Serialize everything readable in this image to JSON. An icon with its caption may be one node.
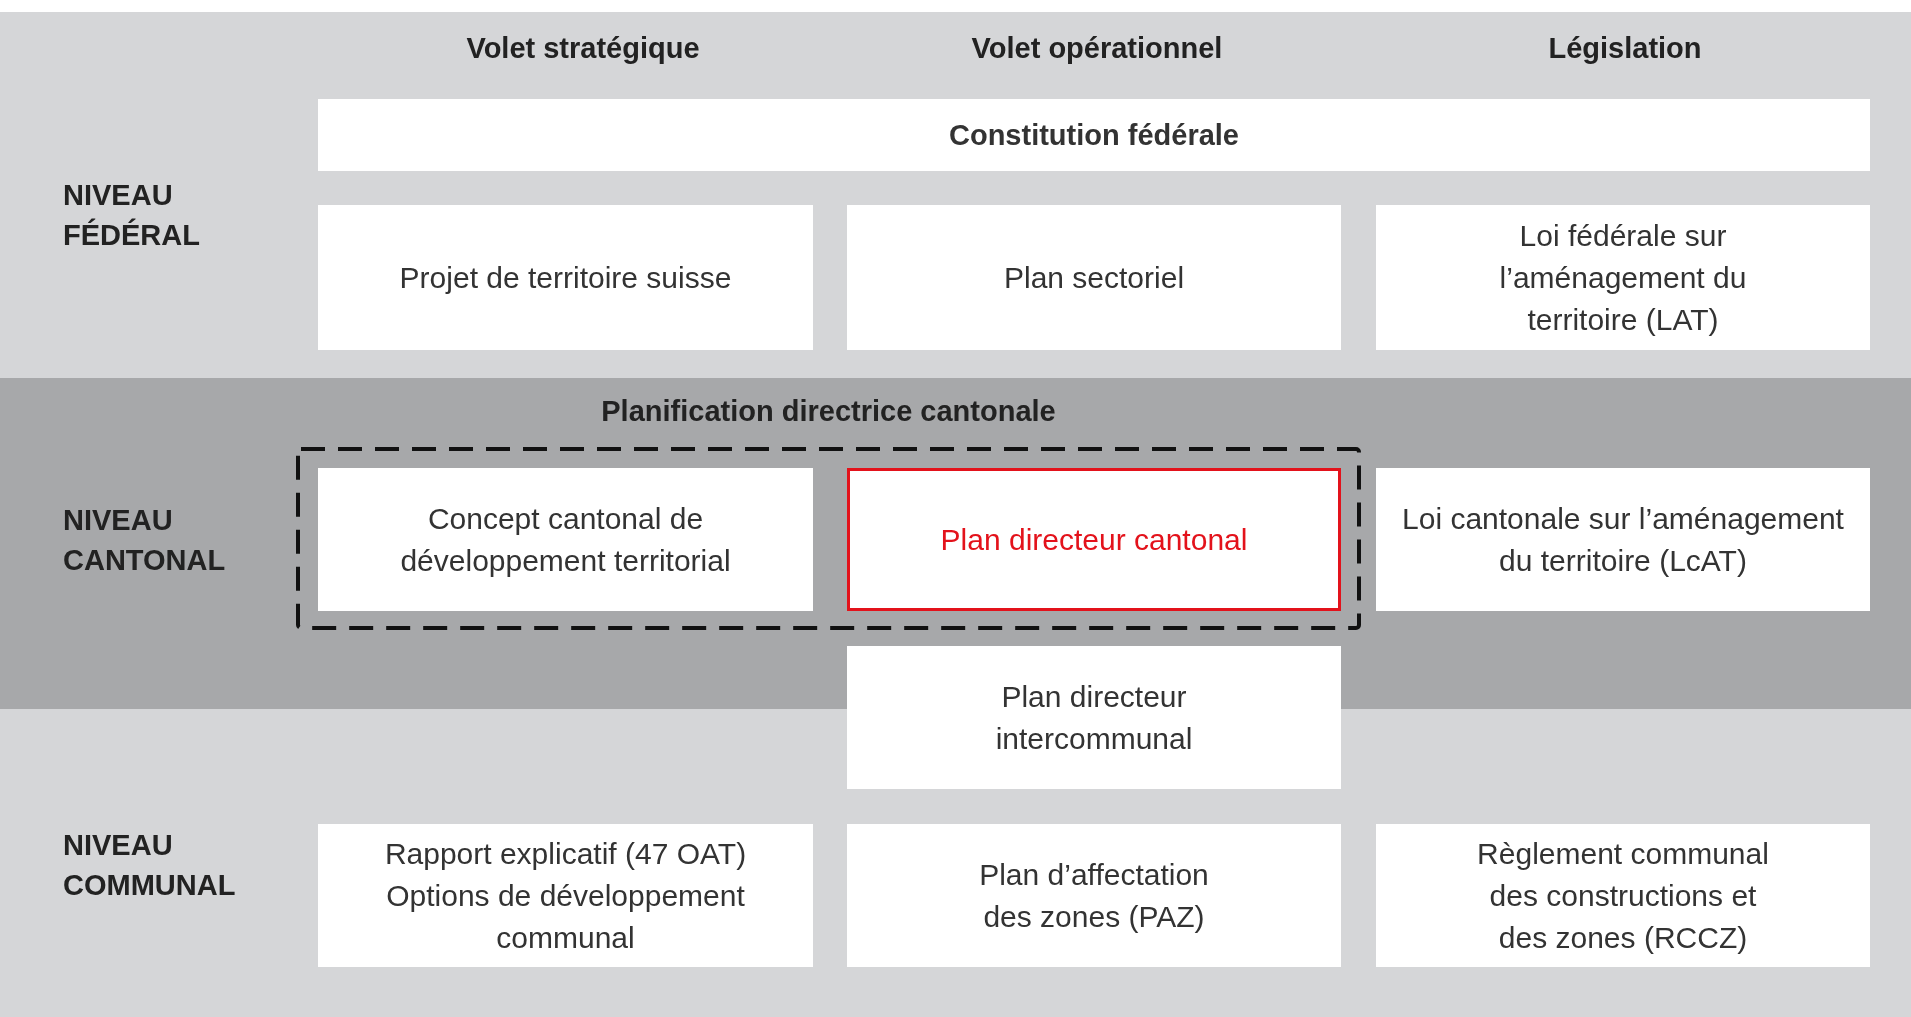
{
  "diagram": {
    "nodes": [
      {
        "text": [
          "NIVEAU FÉDÉRAL"
        ]
      },
      {
        "text": [
          "Constitution fédérale"
        ],
        "in": 0
      },
      {
        "text": [
          "Projet de territoire suisse"
        ],
        "in": 0
      },
      {
        "text": [
          "Plan sectoriel"
        ],
        "in": 0
      },
      {
        "text": [
          "Loi fédérale sur l’aménagement du territoire (LAT)"
        ],
        "in": 0
      },
      {
        "text": [
          "NIVEAU CANTONAL"
        ]
      },
      {
        "text": [
          "Planification directrice cantonale"
        ],
        "in": 5
      },
      {
        "text": [
          "Concept cantonal de développement territorial"
        ],
        "in": 6
      },
      {
        "text": [
          "Plan directeur cantonal"
        ],
        "in": 6
      },
      {
        "text": [
          "Loi cantonale sur l’aménagement du territoire (LcAT)"
        ],
        "in": 5
      },
      {
        "text": [
          "Plan directeur intercommunal"
        ]
      },
      {
        "text": [
          "NIVEAU COMMUNAL"
        ]
      },
      {
        "text": [
          "Rapport explicatif (47 OAT)",
          "Options de développement communal"
        ],
        "in": 11
      },
      {
        "text": [
          "Plan d’affectation des zones (PAZ)"
        ],
        "in": 11
      },
      {
        "text": [
          "Règlement communal des constructions et des zones (RCCZ)"
        ],
        "in": 11
      }
    ],
    "labels": [
      "Volet stratégique",
      "Volet opérationnel",
      "Législation"
    ]
  }
}
